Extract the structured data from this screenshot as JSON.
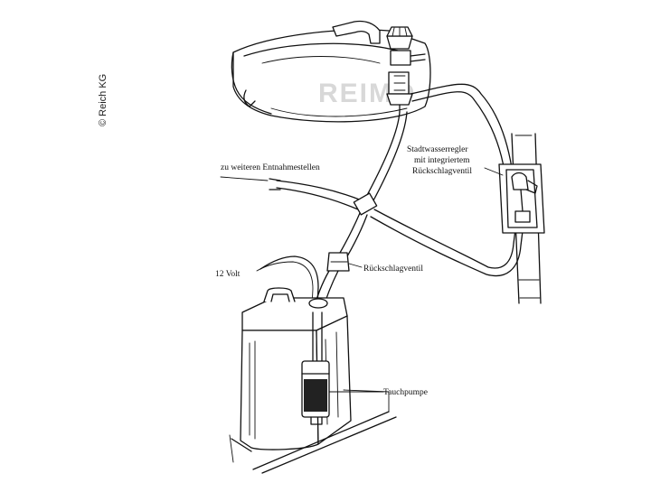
{
  "copyright": "© Reich KG",
  "watermark": "REIMO",
  "labels": {
    "outlets": "zu weiteren Entnahmestellen",
    "regulator_line1": "Stadtwasserregler",
    "regulator_line2": "mit integriertem",
    "regulator_line3": "Rückschlagventil",
    "check_valve": "Rückschlagventil",
    "voltage": "12 Volt",
    "pump": "Tauchpumpe"
  },
  "icons": {
    "sink": "sink-icon",
    "faucet": "faucet-icon",
    "canister": "water-canister-icon",
    "pump": "submersible-pump-icon",
    "regulator": "pressure-regulator-icon"
  }
}
